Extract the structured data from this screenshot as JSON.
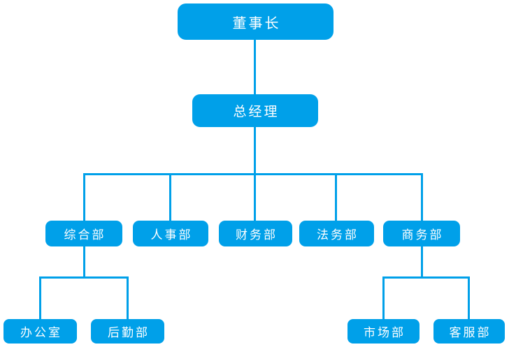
{
  "diagram": {
    "kind": "org-chart",
    "accent_color": "#00A0E9",
    "text_color": "#FFFFFF",
    "background_color": "#FFFFFF",
    "levels": 4
  },
  "nodes": {
    "chairman": {
      "label": "董事长",
      "level": 1
    },
    "general_manager": {
      "label": "总经理",
      "level": 2
    },
    "general_affairs": {
      "label": "综合部",
      "level": 3
    },
    "hr": {
      "label": "人事部",
      "level": 3
    },
    "finance": {
      "label": "财务部",
      "level": 3
    },
    "legal": {
      "label": "法务部",
      "level": 3
    },
    "business": {
      "label": "商务部",
      "level": 3
    },
    "office": {
      "label": "办公室",
      "level": 4
    },
    "logistics": {
      "label": "后勤部",
      "level": 4
    },
    "marketing": {
      "label": "市场部",
      "level": 4
    },
    "customer_service": {
      "label": "客服部",
      "level": 4
    }
  },
  "edges": [
    {
      "from": "董事长",
      "to": "总经理"
    },
    {
      "from": "总经理",
      "to": "综合部"
    },
    {
      "from": "总经理",
      "to": "人事部"
    },
    {
      "from": "总经理",
      "to": "财务部"
    },
    {
      "from": "总经理",
      "to": "法务部"
    },
    {
      "from": "总经理",
      "to": "商务部"
    },
    {
      "from": "综合部",
      "to": "办公室"
    },
    {
      "from": "综合部",
      "to": "后勤部"
    },
    {
      "from": "商务部",
      "to": "市场部"
    },
    {
      "from": "商务部",
      "to": "客服部"
    }
  ]
}
